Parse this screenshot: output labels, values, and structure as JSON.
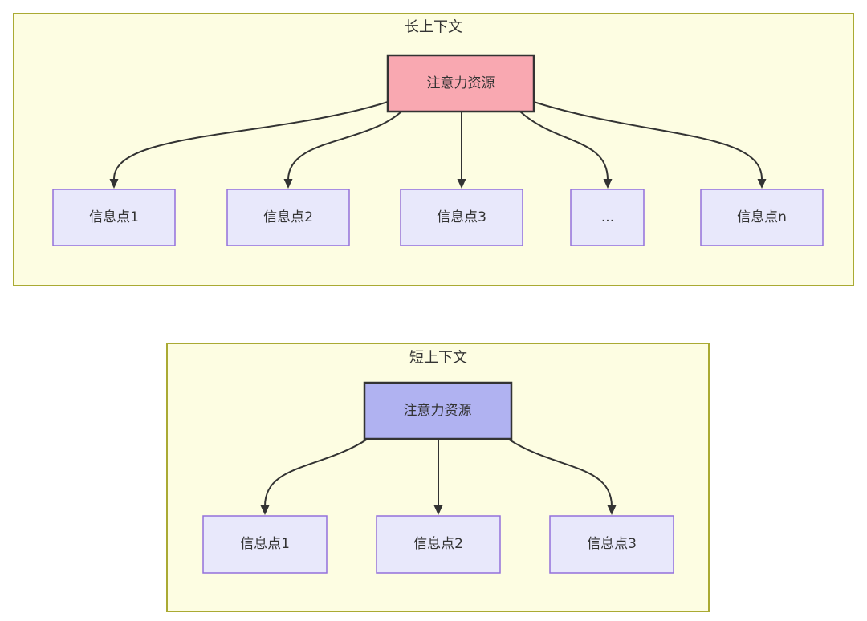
{
  "colors": {
    "page_background": "#ffffff",
    "container_fill": "#fdfde2",
    "container_border": "#aaaa33",
    "attention_long_fill": "#f9a8b1",
    "attention_short_fill": "#b0b2f1",
    "info_fill": "#e8e8fb",
    "info_border": "#9370db",
    "node_border": "#333333",
    "edge_color": "#333333",
    "text_color": "#333333"
  },
  "long_context": {
    "title": "长上下文",
    "attention_label": "注意力资源",
    "info_points": [
      "信息点1",
      "信息点2",
      "信息点3",
      "...",
      "信息点n"
    ],
    "edges": [
      {
        "from": "注意力资源",
        "to": "信息点1"
      },
      {
        "from": "注意力资源",
        "to": "信息点2"
      },
      {
        "from": "注意力资源",
        "to": "信息点3"
      },
      {
        "from": "注意力资源",
        "to": "..."
      },
      {
        "from": "注意力资源",
        "to": "信息点n"
      }
    ]
  },
  "short_context": {
    "title": "短上下文",
    "attention_label": "注意力资源",
    "info_points": [
      "信息点1",
      "信息点2",
      "信息点3"
    ],
    "edges": [
      {
        "from": "注意力资源",
        "to": "信息点1"
      },
      {
        "from": "注意力资源",
        "to": "信息点2"
      },
      {
        "from": "注意力资源",
        "to": "信息点3"
      }
    ]
  }
}
